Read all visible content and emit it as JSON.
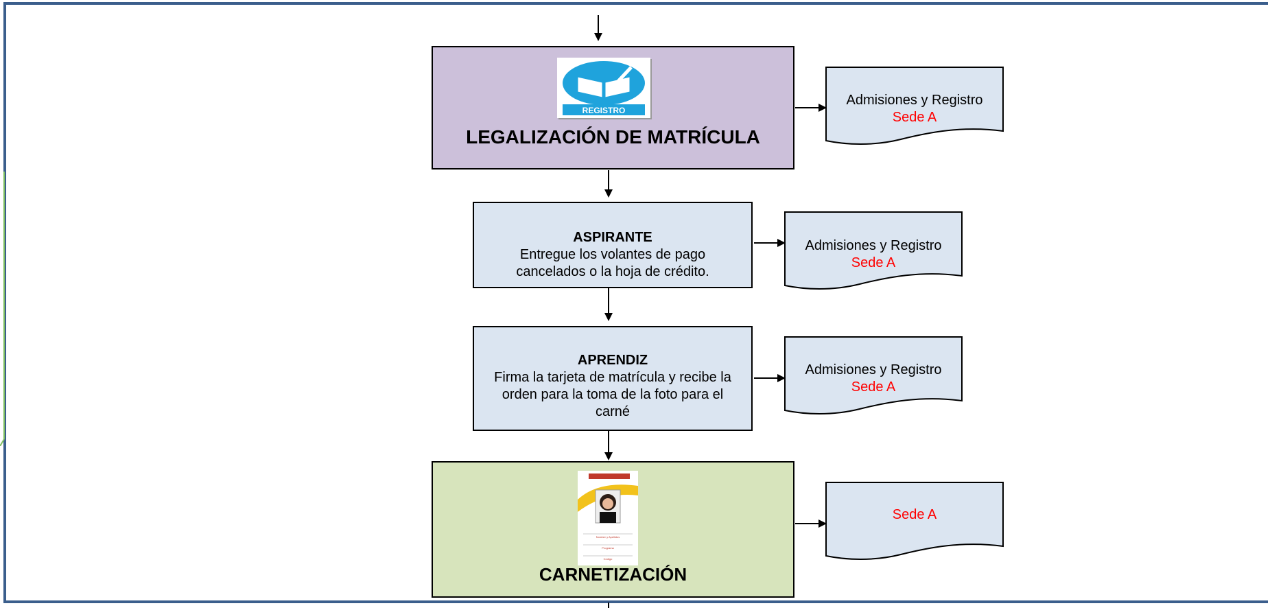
{
  "steps": [
    {
      "title": "LEGALIZACIÓN DE MATRÍCULA",
      "icon_text": "REGISTRO"
    },
    {
      "heading": "ASPIRANTE",
      "text": "Entregue los volantes de pago cancelados o la hoja de crédito."
    },
    {
      "heading": "APRENDIZ",
      "text": "Firma la tarjeta de matrícula y recibe la orden para la toma de la foto para el carné"
    },
    {
      "title": "CARNETIZACIÓN",
      "card_lines": [
        "Nombre y Apellidos",
        "Programa",
        "Código"
      ]
    }
  ],
  "documents": [
    {
      "line1": "Admisiones y Registro",
      "line2": "Sede A"
    },
    {
      "line1": "Admisiones y Registro",
      "line2": "Sede A"
    },
    {
      "line1": "Admisiones y Registro",
      "line2": "Sede A"
    },
    {
      "line1": "",
      "line2": "Sede A"
    }
  ],
  "colors": {
    "frame": "#3b5e8c",
    "purple_box": "#ccc0da",
    "blue_box": "#dbe5f1",
    "green_box": "#d7e4bc",
    "location_text": "#ff0000"
  }
}
